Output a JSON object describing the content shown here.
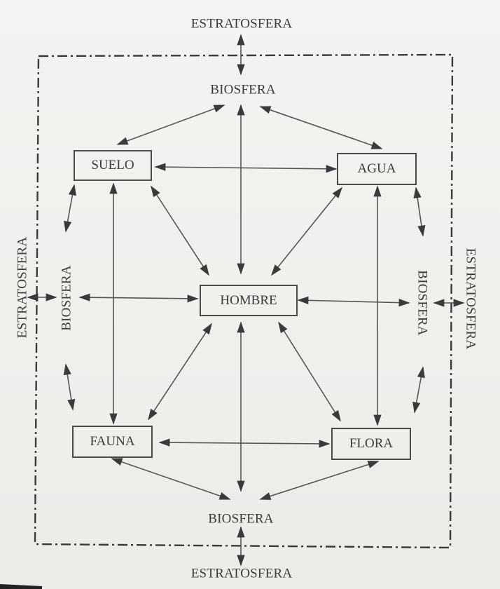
{
  "diagram": {
    "title": "",
    "outer_labels": {
      "top": "ESTRATOSFERA",
      "bottom": "ESTRATOSFERA",
      "left": "ESTRATOSFERA",
      "right": "ESTRATOSFERA"
    },
    "inner_labels": {
      "top": "BIOSFERA",
      "bottom": "BIOSFERA",
      "left": "BIOSFERA",
      "right": "BIOSFERA"
    },
    "nodes": {
      "center": "HOMBRE",
      "top_left": "SUELO",
      "top_right": "AGUA",
      "bottom_left": "FAUNA",
      "bottom_right": "FLORA"
    },
    "boundary": "dash-dot rectangle separating BIOSFERA from ESTRATOSFERA",
    "edges": [
      {
        "from": "ESTRATOSFERA (top)",
        "to": "BIOSFERA (top)",
        "type": "bidirectional"
      },
      {
        "from": "ESTRATOSFERA (bottom)",
        "to": "BIOSFERA (bottom)",
        "type": "bidirectional"
      },
      {
        "from": "ESTRATOSFERA (left)",
        "to": "BIOSFERA (left)",
        "type": "bidirectional"
      },
      {
        "from": "ESTRATOSFERA (right)",
        "to": "BIOSFERA (right)",
        "type": "bidirectional"
      },
      {
        "from": "HOMBRE",
        "to": "BIOSFERA (top)",
        "type": "bidirectional"
      },
      {
        "from": "HOMBRE",
        "to": "BIOSFERA (bottom)",
        "type": "bidirectional"
      },
      {
        "from": "HOMBRE",
        "to": "BIOSFERA (left)",
        "type": "bidirectional"
      },
      {
        "from": "HOMBRE",
        "to": "BIOSFERA (right)",
        "type": "bidirectional"
      },
      {
        "from": "HOMBRE",
        "to": "SUELO",
        "type": "bidirectional"
      },
      {
        "from": "HOMBRE",
        "to": "AGUA",
        "type": "bidirectional"
      },
      {
        "from": "HOMBRE",
        "to": "FAUNA",
        "type": "bidirectional"
      },
      {
        "from": "HOMBRE",
        "to": "FLORA",
        "type": "bidirectional"
      },
      {
        "from": "SUELO",
        "to": "AGUA",
        "type": "bidirectional"
      },
      {
        "from": "FAUNA",
        "to": "FLORA",
        "type": "bidirectional"
      },
      {
        "from": "SUELO",
        "to": "FAUNA",
        "type": "bidirectional"
      },
      {
        "from": "AGUA",
        "to": "FLORA",
        "type": "bidirectional"
      },
      {
        "from": "SUELO",
        "to": "BIOSFERA (top)",
        "type": "bidirectional"
      },
      {
        "from": "AGUA",
        "to": "BIOSFERA (top)",
        "type": "bidirectional"
      },
      {
        "from": "FAUNA",
        "to": "BIOSFERA (bottom)",
        "type": "bidirectional"
      },
      {
        "from": "FLORA",
        "to": "BIOSFERA (bottom)",
        "type": "bidirectional"
      },
      {
        "from": "SUELO",
        "to": "BIOSFERA (left)",
        "type": "bidirectional"
      },
      {
        "from": "FAUNA",
        "to": "BIOSFERA (left)",
        "type": "bidirectional"
      },
      {
        "from": "AGUA",
        "to": "BIOSFERA (right)",
        "type": "bidirectional"
      },
      {
        "from": "FLORA",
        "to": "BIOSFERA (right)",
        "type": "bidirectional"
      }
    ],
    "colors": {
      "ink": "#3b3b3b",
      "paper": "#f1f1ef"
    }
  }
}
